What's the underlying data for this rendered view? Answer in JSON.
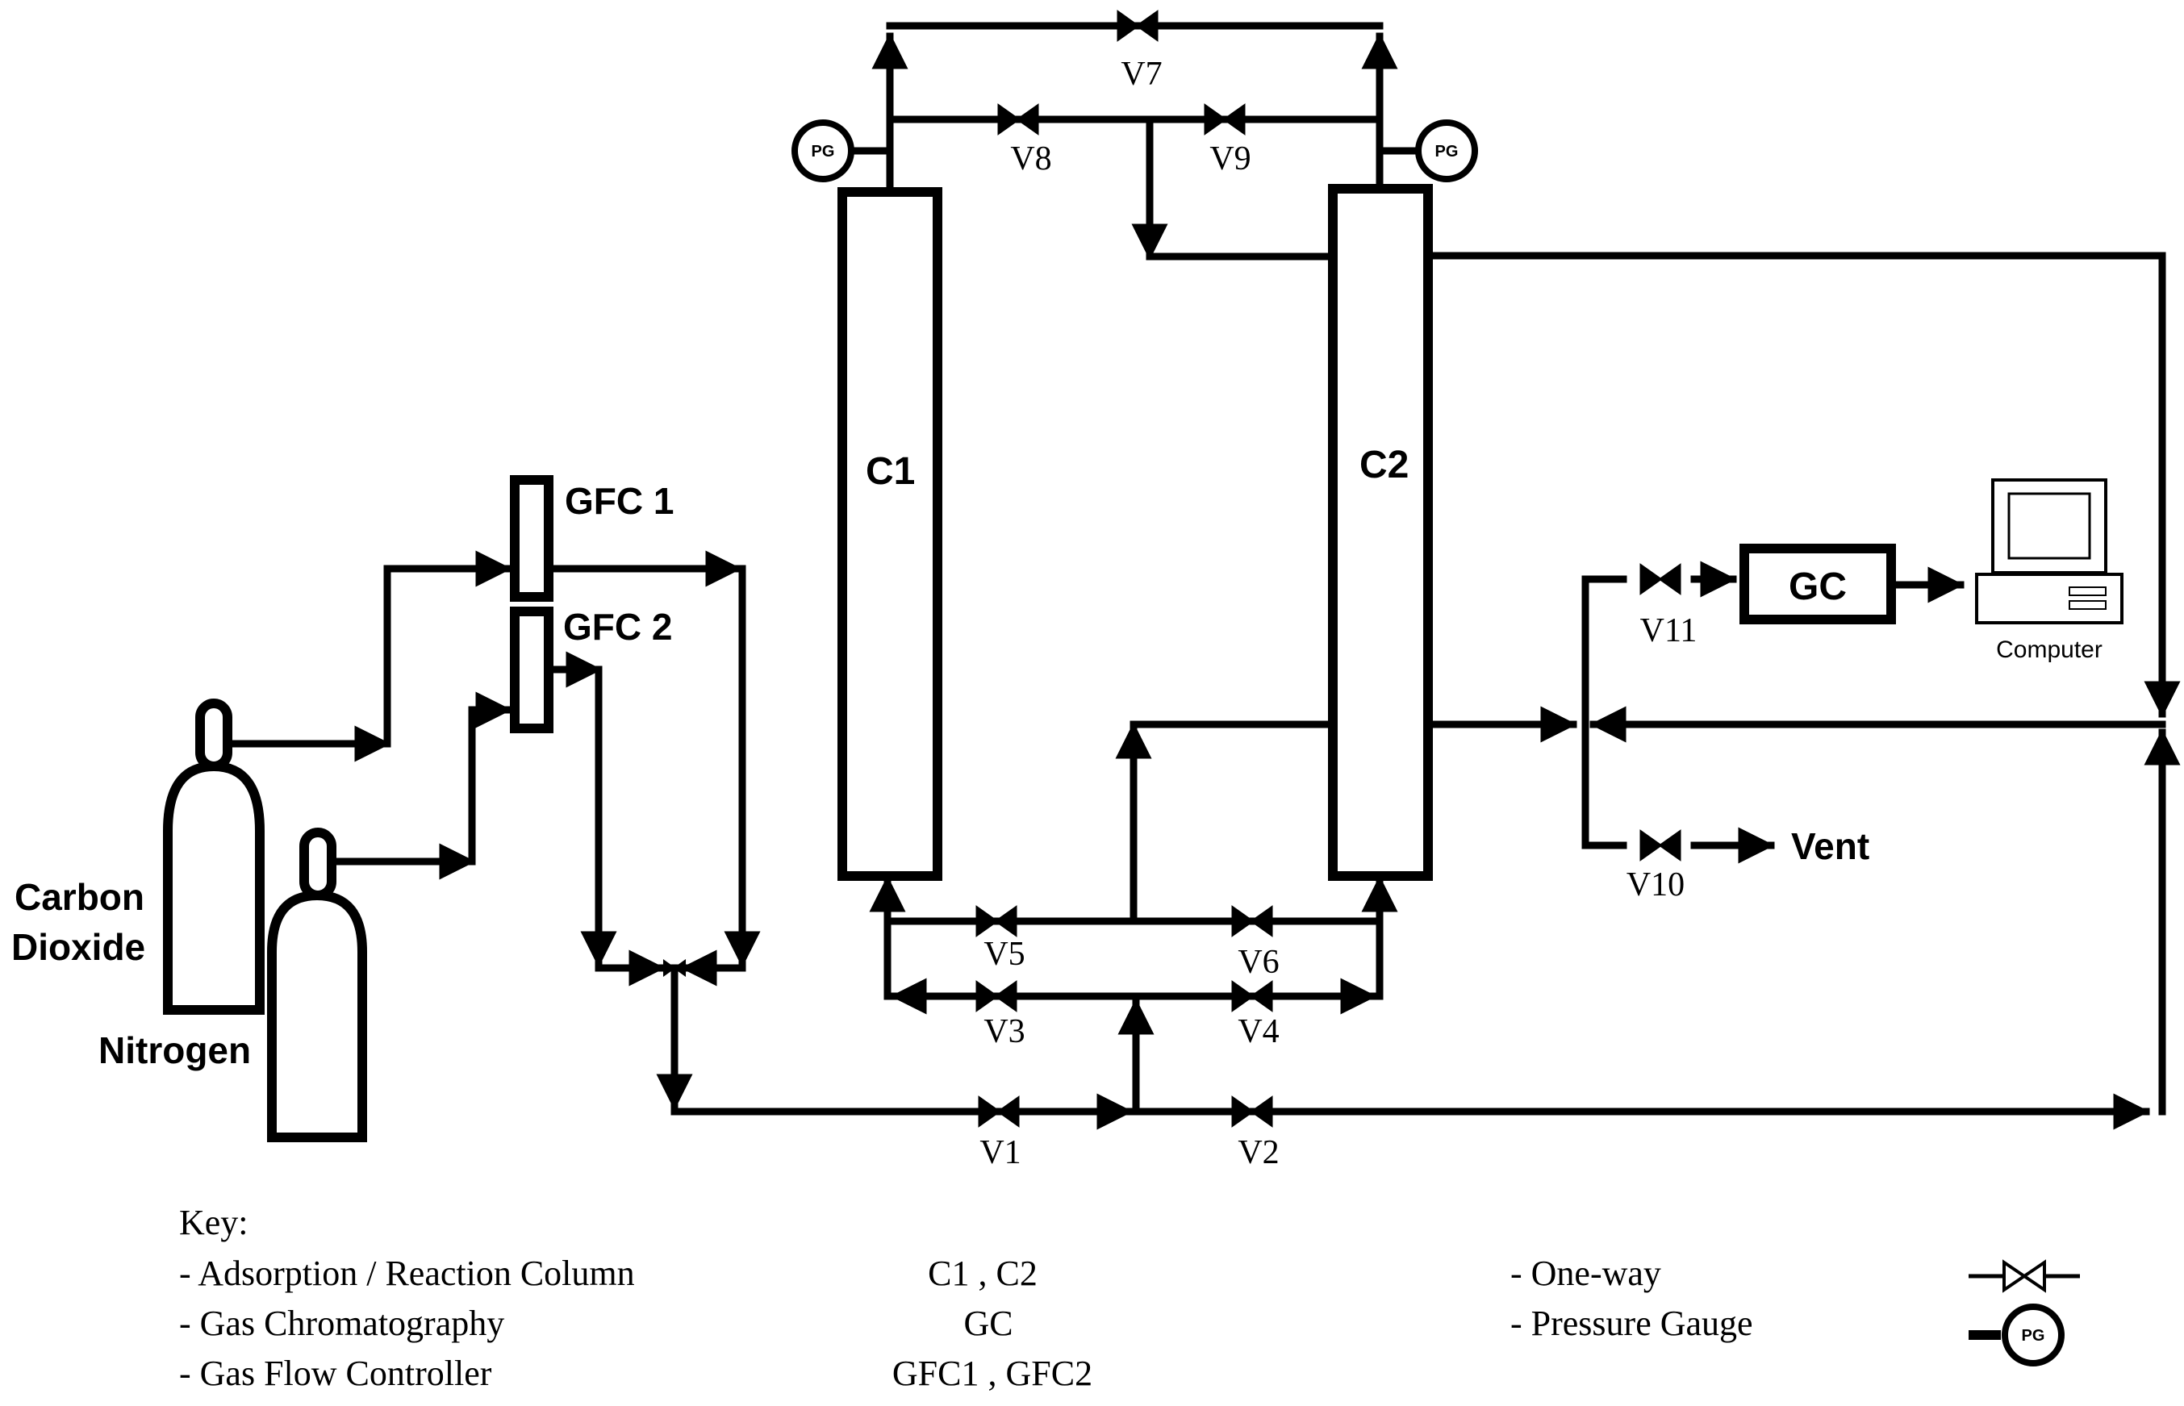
{
  "gases": {
    "co2_label_line1": "Carbon",
    "co2_label_line2": "Dioxide",
    "n2_label": "Nitrogen"
  },
  "controllers": {
    "gfc1": "GFC 1",
    "gfc2": "GFC 2"
  },
  "columns": {
    "c1": "C1",
    "c2": "C2"
  },
  "pressure_gauge_abbrev": "PG",
  "instruments": {
    "gc": "GC",
    "computer": "Computer"
  },
  "outlets": {
    "vent": "Vent"
  },
  "valves": [
    "V1",
    "V2",
    "V3",
    "V4",
    "V5",
    "V6",
    "V7",
    "V8",
    "V9",
    "V10",
    "V11"
  ],
  "key": {
    "title": "Key:",
    "rows": [
      {
        "item": "- Adsorption / Reaction Column",
        "symbol": "C1 , C2"
      },
      {
        "item": "- Gas Chromatography",
        "symbol": "GC"
      },
      {
        "item": "- Gas Flow Controller",
        "symbol": "GFC1 , GFC2"
      }
    ],
    "symbols": [
      {
        "item": "- One-way",
        "icon": "one-way-valve-icon"
      },
      {
        "item": "- Pressure Gauge",
        "icon": "pressure-gauge-icon",
        "abbrev": "PG"
      }
    ]
  }
}
